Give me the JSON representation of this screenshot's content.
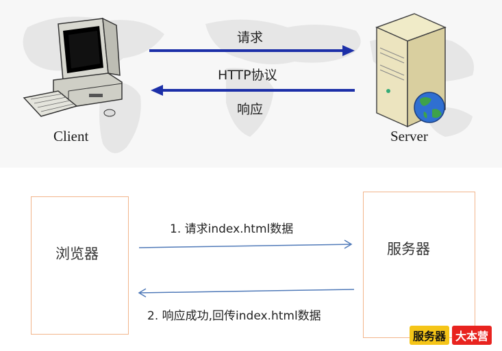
{
  "top": {
    "client_label": "Client",
    "server_label": "Server",
    "request_label": "请求",
    "protocol_label": "HTTP协议",
    "response_label": "响应"
  },
  "bottom": {
    "browser_label": "浏览器",
    "server_label": "服务器",
    "request_text": "1. 请求index.html数据",
    "response_text": "2. 响应成功,回传index.html数据"
  },
  "watermark": {
    "part1": "服务器",
    "part2": "大本营"
  },
  "colors": {
    "top_arrow": "#1c2fa8",
    "bottom_arrow": "#4f79b8",
    "box_border": "#f2b48a",
    "badge1_bg": "#f5c518",
    "badge2_bg": "#e8231f"
  }
}
